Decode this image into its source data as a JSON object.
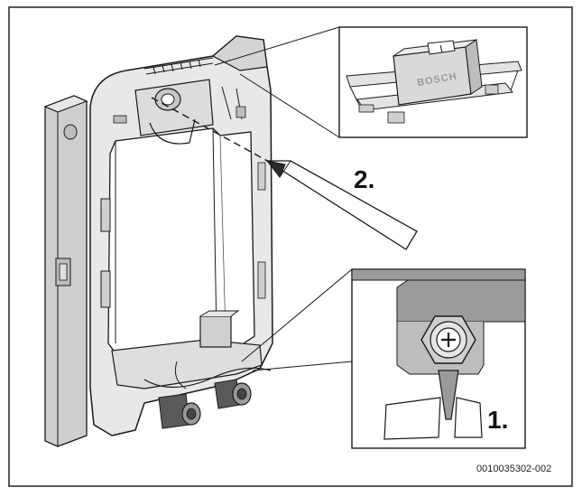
{
  "steps": {
    "step1": "1.",
    "step2": "2."
  },
  "brand_mark": "BOSCH",
  "figure_code": "0010035302-002",
  "colors": {
    "outline": "#1a1a1a",
    "body_gray": "#d9d9d9",
    "dark_gray": "#8c8c8c",
    "frame_border": "#222222"
  }
}
